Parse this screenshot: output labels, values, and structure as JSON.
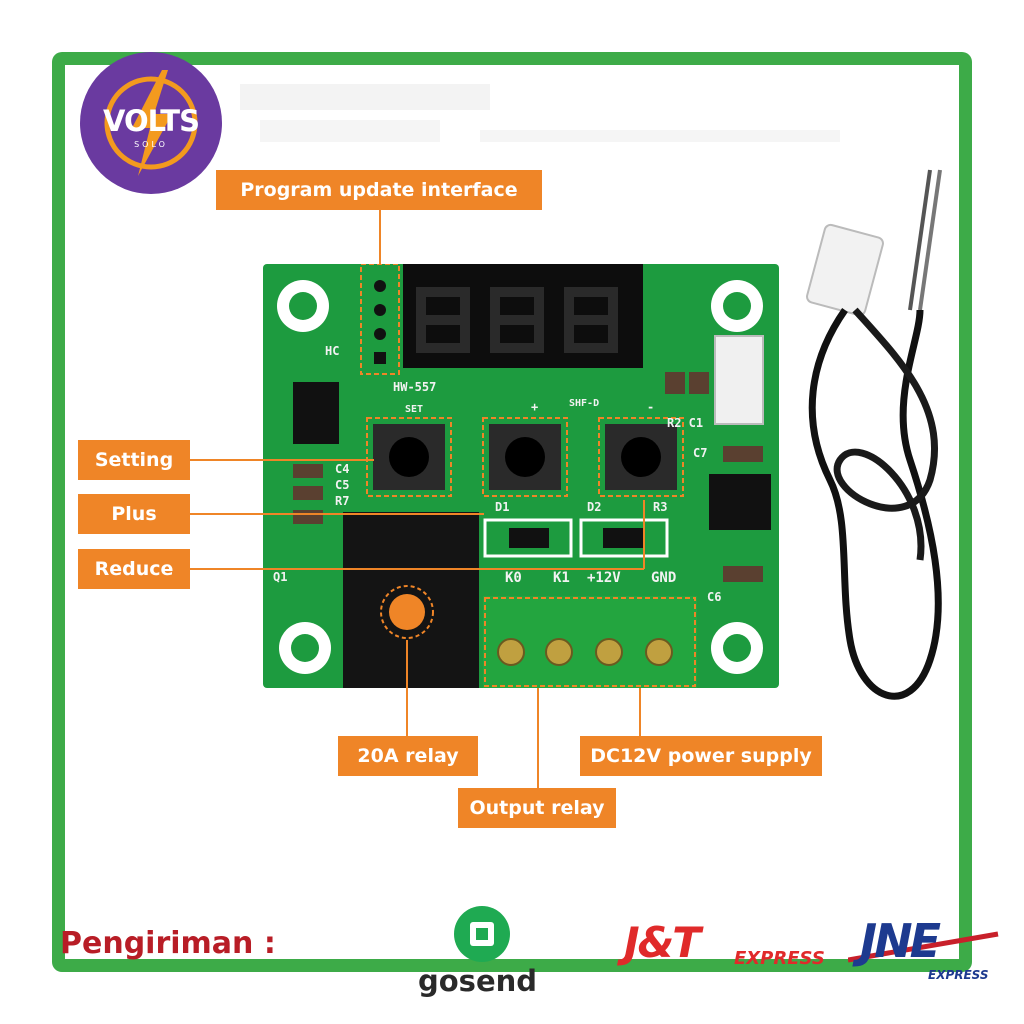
{
  "brand": {
    "name": "VOLTS",
    "sub": "SOLO"
  },
  "labels": {
    "program_update": "Program update interface",
    "setting": "Setting",
    "plus": "Plus",
    "reduce": "Reduce",
    "relay_20a": "20A relay",
    "dc12v": "DC12V power supply",
    "output_relay": "Output relay"
  },
  "board_text": {
    "display": "888",
    "model": "HW-557",
    "set": "SET",
    "plus": "+",
    "minus": "-",
    "shf": "SHF-D",
    "hc": "HC",
    "c4": "C4",
    "c5": "C5",
    "r7": "R7",
    "d1": "D1",
    "d2": "D2",
    "r3": "R3",
    "r2c1": "R2 C1",
    "c7": "C7",
    "c6": "C6",
    "q1": "Q1",
    "k0": "K0",
    "k1": "K1",
    "v12": "+12V",
    "gnd": "GND"
  },
  "shipping": {
    "title": "Pengiriman :",
    "gosend": "gosend",
    "jt": "J&T",
    "jt_sub": "EXPRESS",
    "jne": "JNE",
    "jne_sub": "EXPRESS"
  },
  "colors": {
    "frame": "#3dab48",
    "label": "#ef8527",
    "pcb": "#1d9b3f",
    "logo": "#6a3aa0",
    "shipping_title": "#b81d26"
  }
}
